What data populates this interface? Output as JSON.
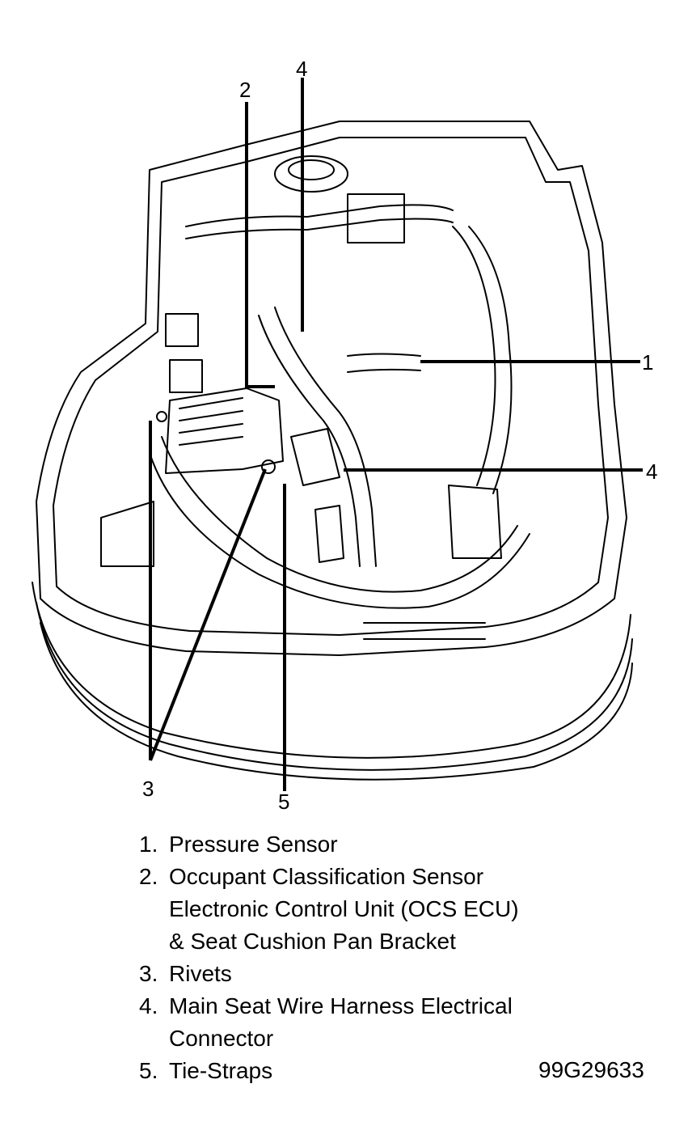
{
  "callouts": {
    "c1": "1",
    "c2": "2",
    "c3": "3",
    "c4_top": "4",
    "c4_right": "4",
    "c5": "5"
  },
  "legend": [
    {
      "num": "1.",
      "lines": [
        "Pressure Sensor"
      ]
    },
    {
      "num": "2.",
      "lines": [
        "Occupant Classification Sensor",
        "Electronic Control Unit (OCS ECU)",
        "& Seat Cushion Pan Bracket"
      ]
    },
    {
      "num": "3.",
      "lines": [
        "Rivets"
      ]
    },
    {
      "num": "4.",
      "lines": [
        "Main Seat Wire Harness Electrical",
        "Connector"
      ]
    },
    {
      "num": "5.",
      "lines": [
        "Tie-Straps"
      ]
    }
  ],
  "figure_id": "99G29633"
}
